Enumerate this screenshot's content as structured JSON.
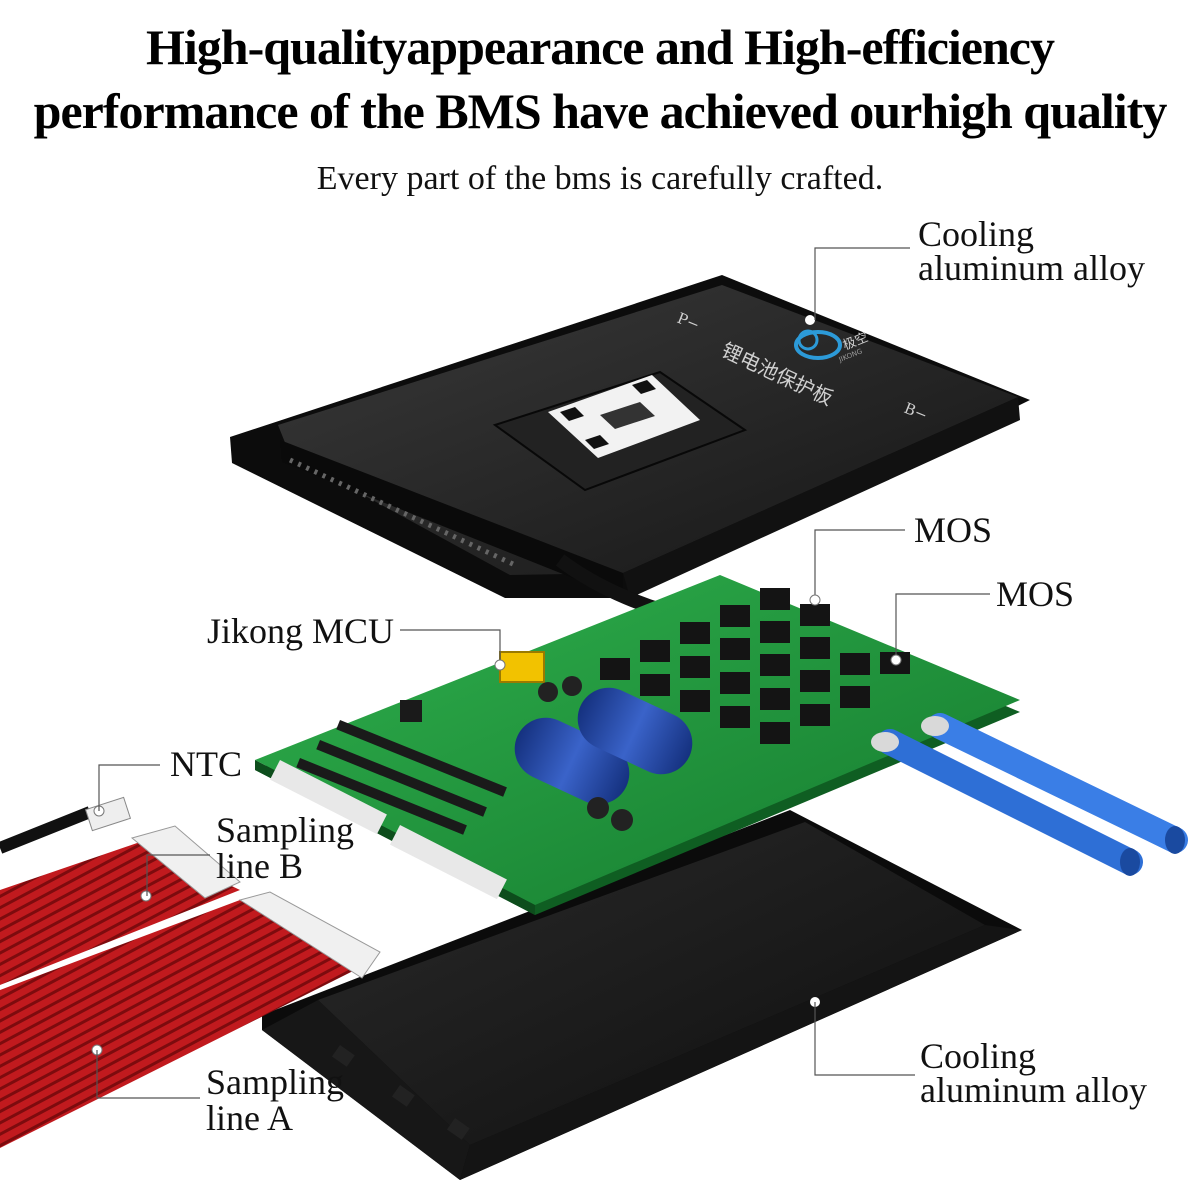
{
  "header": {
    "title_line1": "High-qualityappearance and High-efficiency",
    "title_line2": "performance of the BMS have achieved ourhigh quality",
    "subtitle": "Every part of the bms is carefully crafted."
  },
  "cover": {
    "print_p_minus": "P−",
    "print_b_minus": "B−",
    "brand_cn": "极空",
    "brand_en": "JIKONG",
    "cn_text": "锂电池保护板"
  },
  "labels": {
    "cooling_top_1": "Cooling",
    "cooling_top_2": "aluminum alloy",
    "mos_1": "MOS",
    "mos_2": "MOS",
    "mcu": "Jikong MCU",
    "ntc": "NTC",
    "sampling_b_1": "Sampling",
    "sampling_b_2": "line B",
    "sampling_a_1": "Sampling",
    "sampling_a_2": "line A",
    "cooling_bottom_1": "Cooling",
    "cooling_bottom_2": "aluminum alloy"
  },
  "colors": {
    "pcb": "#1f9a3c",
    "housing": "#1c1c1c",
    "cable_red": "#b3161a",
    "cable_blue": "#2e6fd6",
    "mcu_yellow": "#f2c200",
    "capacitor": "#1f3d9a"
  }
}
